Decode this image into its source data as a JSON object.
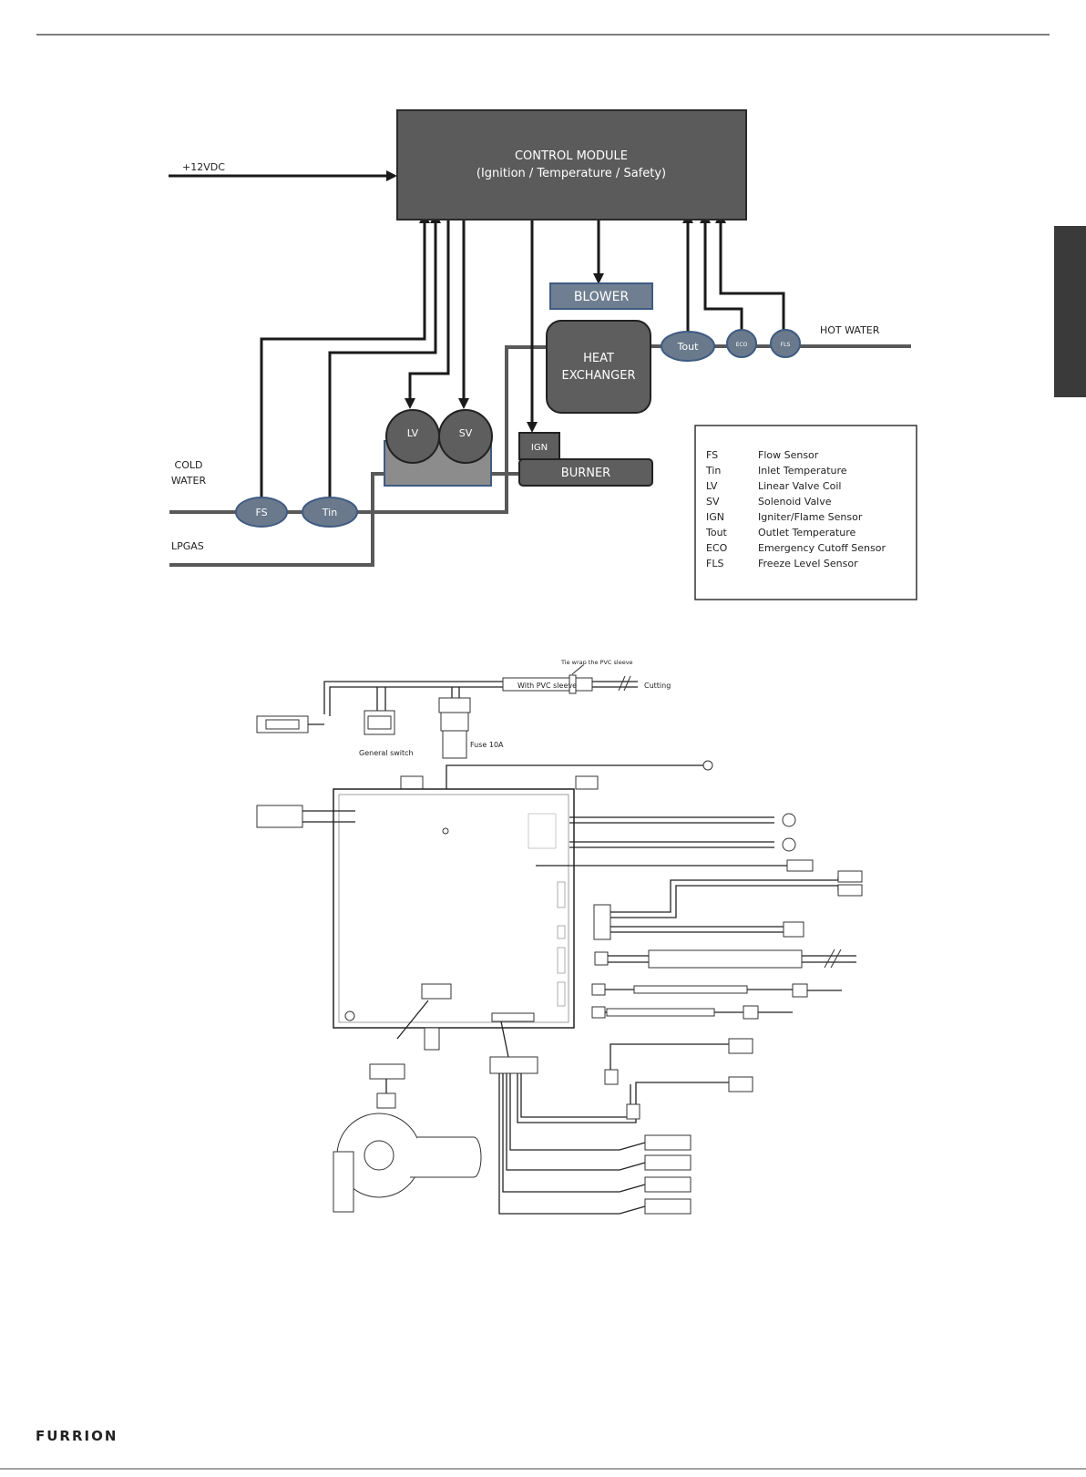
{
  "brand": {
    "logo_text": "FURRION"
  },
  "block_diagram": {
    "control_module": {
      "line1": "CONTROL MODULE",
      "line2": "(Ignition / Temperature / Safety)"
    },
    "power_input": "+12VDC",
    "blower": "BLOWER",
    "heat_exchanger": {
      "line1": "HEAT",
      "line2": "EXCHANGER"
    },
    "burner": "BURNER",
    "components": {
      "lv": "LV",
      "sv": "SV",
      "ign": "IGN",
      "fs": "FS",
      "tin": "Tin",
      "tout": "Tout",
      "eco": "ECO",
      "fls": "FLS"
    },
    "lines": {
      "cold_water_1": "COLD",
      "cold_water_2": "WATER",
      "lp_gas": "LPGAS",
      "hot_water": "HOT WATER"
    },
    "legend": [
      {
        "abbr": "FS",
        "desc": "Flow Sensor"
      },
      {
        "abbr": "Tin",
        "desc": "Inlet Temperature"
      },
      {
        "abbr": "LV",
        "desc": "Linear Valve Coil"
      },
      {
        "abbr": "SV",
        "desc": "Solenoid Valve"
      },
      {
        "abbr": "IGN",
        "desc": "Igniter/Flame Sensor"
      },
      {
        "abbr": "Tout",
        "desc": "Outlet Temperature"
      },
      {
        "abbr": "ECO",
        "desc": "Emergency Cutoff Sensor"
      },
      {
        "abbr": "FLS",
        "desc": "Freeze Level Sensor"
      }
    ]
  },
  "wiring_diagram": {
    "tie_wrap_label": "Tie wrap the PVC sleeve",
    "pvc_sleeve_label": "With PVC sleeve",
    "cutting_label": "Cutting",
    "general_switch_label": "General switch",
    "fuse_label": "Fuse 10A"
  },
  "colors": {
    "module": "#5b5b5b",
    "component": "#5e5e5e",
    "component_light": "#8c8c8c",
    "blower_fill": "#6f7f91",
    "sensor_fill": "#6a7a8c",
    "sensor_stroke": "#3f5b82",
    "pipe": "#595959",
    "tab": "#3a3a3a"
  }
}
